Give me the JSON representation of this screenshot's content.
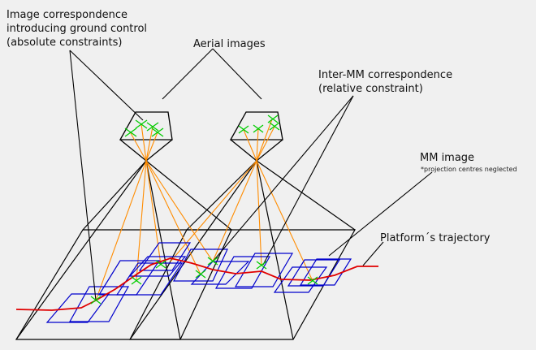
{
  "labels": {
    "ground_control": [
      "Image correspondence",
      "introducing ground control",
      "(absolute constraints)"
    ],
    "aerial_images": "Aerial images",
    "inter_mm": [
      "Inter-MM correspondence",
      "(relative constraint)"
    ],
    "mm_image": "MM image",
    "mm_note": "*projection centres neglected",
    "trajectory": "Platform´s trajectory"
  },
  "colors": {
    "background": "#f0f0f0",
    "outline": "#000000",
    "ray": "#ff8c00",
    "mm_frame": "#0000cc",
    "trajectory": "#e00000",
    "tie_point": "#00cc00"
  },
  "icons": [
    "tie-point-cross-icon"
  ]
}
